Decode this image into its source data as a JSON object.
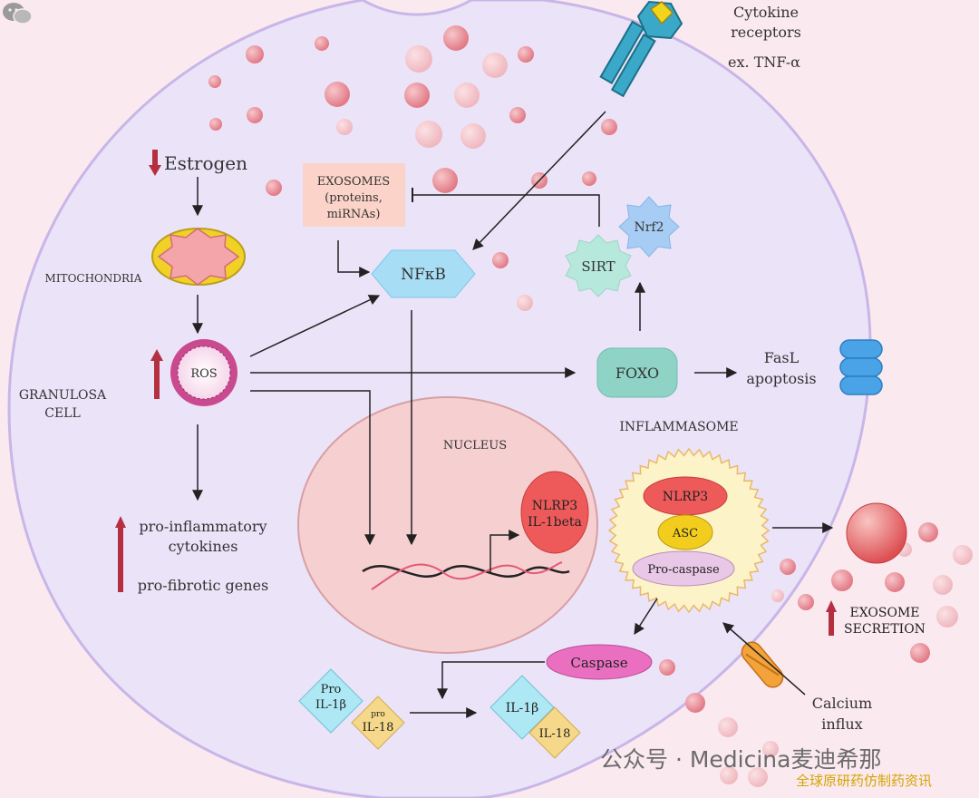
{
  "labels": {
    "cytokine_receptors": [
      "Cytokine",
      "receptors"
    ],
    "tnf_example": "ex. TNF-α",
    "estrogen": "Estrogen",
    "exosomes": [
      "EXOSOMES",
      "(proteins,",
      "miRNAs)"
    ],
    "nrf2": "Nrf2",
    "sirt": "SIRT",
    "nfkb": "NFκB",
    "mitochondria": "MITOCHONDRIA",
    "ros": "ROS",
    "granulosa_cell": [
      "GRANULOSA",
      "CELL"
    ],
    "foxo": "FOXO",
    "fasl_apoptosis": [
      "FasL",
      "apoptosis"
    ],
    "inflammasome": "INFLAMMASOME",
    "nucleus": "NUCLEUS",
    "nlrp3_il1": [
      "NLRP3",
      "IL-1beta"
    ],
    "infl_nlrp3": "NLRP3",
    "asc": "ASC",
    "pro_caspase": "Pro-caspase",
    "pro_inflammatory": [
      "pro-inflammatory",
      "cytokines"
    ],
    "pro_fibrotic": "pro-fibrotic genes",
    "exosome_secretion": [
      "EXOSOME",
      "SECRETION"
    ],
    "caspase": "Caspase",
    "pro_il1b": [
      "Pro",
      "IL-1β"
    ],
    "pro_il18": [
      "pro",
      "IL-18"
    ],
    "il1b": "IL-1β",
    "il18": "IL-18",
    "calcium_influx": [
      "Calcium",
      "influx"
    ]
  },
  "watermark": "公众号 · Medicina麦迪希那",
  "watermark_sub": "全球原研药仿制药资讯",
  "colors": {
    "background": "#fbe9f0",
    "cell_fill": "#ebe3f8",
    "nucleus_fill": "#f6cfd0",
    "nfkb": "#a8ddf6",
    "sirt": "#b6e8dc",
    "foxo": "#8fd3c6",
    "nrf2": "#a8cdf4",
    "exosomes_box": "#fbd3c8",
    "nlrp3": "#ee5a5a",
    "asc": "#f3cd1d",
    "caspase": "#ea6fc1",
    "arrow_up": "#b43040",
    "receptor": "#3aa9c9"
  }
}
